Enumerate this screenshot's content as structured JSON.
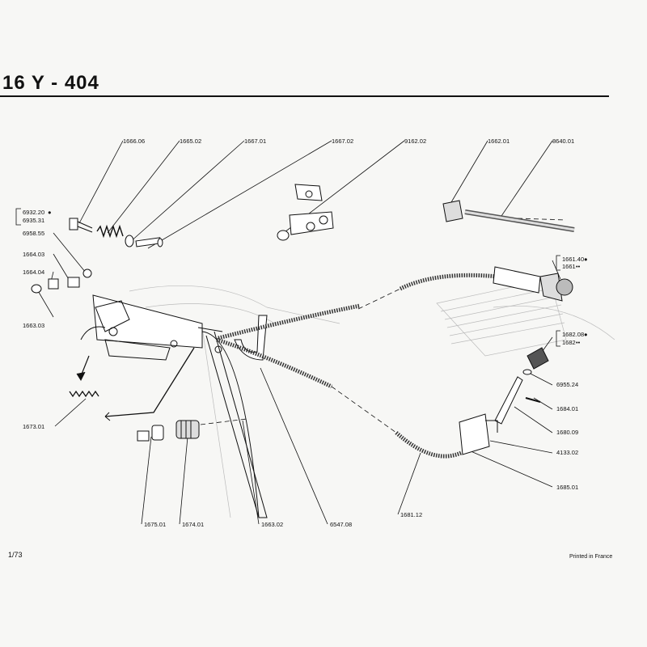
{
  "header": {
    "title": "16 Y - 404"
  },
  "part_labels": {
    "p1666_06": "1666.06",
    "p1665_02": "1665.02",
    "p1667_01": "1667.01",
    "p1667_02": "1667.02",
    "p9162_02": "9162.02",
    "p1662_01": "1662.01",
    "p8640_01": "8640.01",
    "p6932_20": "6932.20",
    "p6935_31": "6935.31",
    "p6958_55": "6958.55",
    "p1664_03": "1664.03",
    "p1664_04": "1664.04",
    "p1663_03": "1663.03",
    "p1661_40": "1661.40",
    "p1661": "1661",
    "p1682_08": "1682.08",
    "p1682": "1682",
    "p6955_24": "6955.24",
    "p1684_01": "1684.01",
    "p1680_09": "1680.09",
    "p4133_02": "4133.02",
    "p1685_01": "1685.01",
    "p1673_01": "1673.01",
    "p1675_01": "1675.01",
    "p1674_01": "1674.01",
    "p1663_02": "1663.02",
    "p6547_08": "6547.08",
    "p1681_12": "1681.12"
  },
  "markers": {
    "dot": "●",
    "double_dot": "••"
  },
  "footer": {
    "page_number": "1/73",
    "print_note": "Printed in France"
  },
  "colors": {
    "ink": "#111111",
    "paper": "#f7f7f5"
  }
}
